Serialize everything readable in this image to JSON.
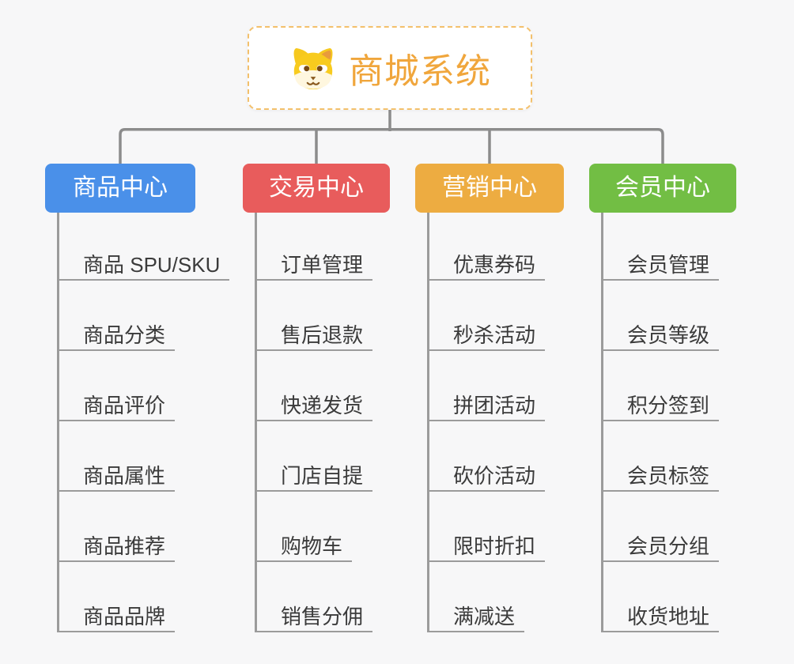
{
  "root": {
    "title": "商城系统",
    "icon": "dog-face-icon",
    "accent_color": "#F0A63C",
    "border_color": "#F3C06B"
  },
  "connector_color": "#8C8C8C",
  "branches": [
    {
      "label": "商品中心",
      "color": "#4A90E9",
      "children": [
        "商品 SPU/SKU",
        "商品分类",
        "商品评价",
        "商品属性",
        "商品推荐",
        "商品品牌"
      ]
    },
    {
      "label": "交易中心",
      "color": "#E85C5C",
      "children": [
        "订单管理",
        "售后退款",
        "快递发货",
        "门店自提",
        "购物车",
        "销售分佣"
      ]
    },
    {
      "label": "营销中心",
      "color": "#EDAC41",
      "children": [
        "优惠券码",
        "秒杀活动",
        "拼团活动",
        "砍价活动",
        "限时折扣",
        "满减送"
      ]
    },
    {
      "label": "会员中心",
      "color": "#72BE44",
      "children": [
        "会员管理",
        "会员等级",
        "积分签到",
        "会员标签",
        "会员分组",
        "收货地址"
      ]
    }
  ]
}
